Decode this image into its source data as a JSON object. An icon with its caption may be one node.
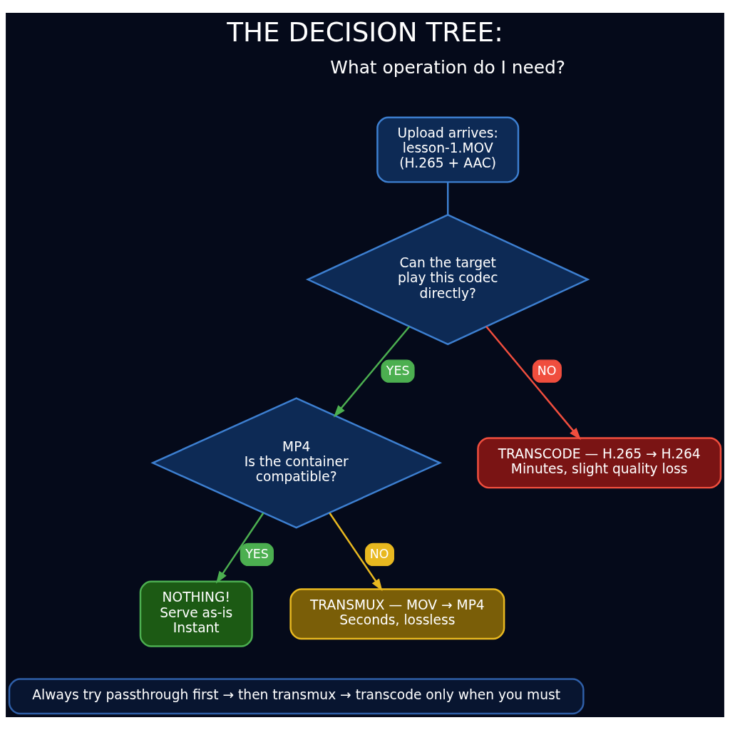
{
  "diagram": {
    "title": "THE DECISION TREE:",
    "nodes": [
      {
        "text": [
          "Upload arrives:",
          "lesson-1.MOV",
          "(H.265 + AAC)"
        ]
      },
      {
        "text": [
          "Can the target play this codec directly?"
        ]
      },
      {
        "text": [
          "MP4",
          "Is the container compatible?"
        ]
      },
      {
        "text": [
          "TRANSCODE — H.265 → H.264",
          "Minutes, slight quality loss"
        ]
      },
      {
        "text": [
          "NOTHING!",
          "Serve as-is",
          "Instant"
        ]
      },
      {
        "text": [
          "TRANSMUX — MOV → MP4",
          "Seconds, lossless"
        ]
      },
      {
        "text": [
          "Always try passthrough first → then transmux → transcode only when you must"
        ]
      }
    ],
    "edges": [
      {
        "from": 0,
        "to": 1,
        "arrow": "none",
        "color": "#3d7fd0"
      },
      {
        "from": 1,
        "to": 2,
        "label": "YES",
        "arrow": "to",
        "color": "#4caf50"
      },
      {
        "from": 1,
        "to": 3,
        "label": "NO",
        "arrow": "to",
        "color": "#f04e3e"
      },
      {
        "from": 2,
        "to": 4,
        "label": "YES",
        "arrow": "to",
        "color": "#4caf50"
      },
      {
        "from": 2,
        "to": 5,
        "label": "NO",
        "arrow": "to",
        "color": "#e8b820"
      }
    ],
    "labels": [
      "What operation do I need?"
    ]
  }
}
